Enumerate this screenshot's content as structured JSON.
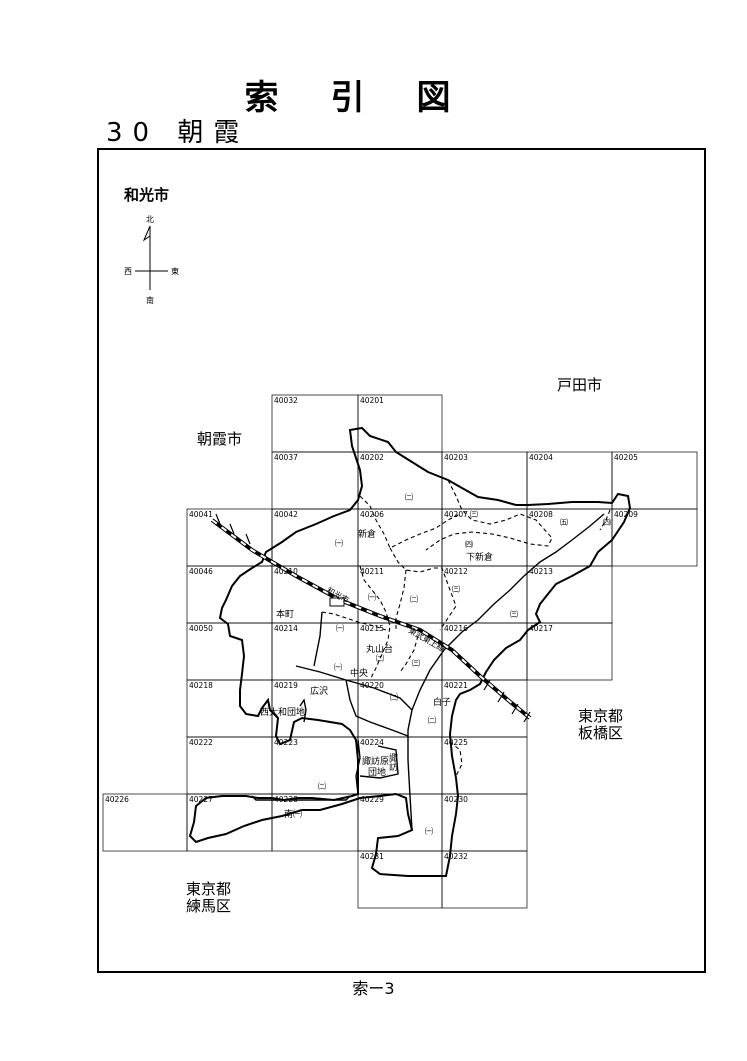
{
  "page": {
    "title": "索引図",
    "subtitle": "30 朝霞",
    "footer": "索ー3"
  },
  "compass": {
    "north": "北",
    "south": "南",
    "east": "東",
    "west": "西"
  },
  "places": {
    "wako": "和光市",
    "toda": "戸田市",
    "asaka": "朝霞市",
    "itabashi_1": "東京都",
    "itabashi_2": "板橋区",
    "nerima_1": "東京都",
    "nerima_2": "練馬区"
  },
  "grid_labels": [
    "40032",
    "40201",
    "40037",
    "40202",
    "40203",
    "40204",
    "40205",
    "40041",
    "40042",
    "40206",
    "40207",
    "40208",
    "40209",
    "40046",
    "40210",
    "40211",
    "40212",
    "40213",
    "40050",
    "40214",
    "40215",
    "40216",
    "40217",
    "40218",
    "40219",
    "40220",
    "40221",
    "40222",
    "40223",
    "40224",
    "40225",
    "40226",
    "40227",
    "40228",
    "40229",
    "40230",
    "40231",
    "40232"
  ],
  "areas": {
    "niikura": "新倉",
    "shimoniikura": "下新倉",
    "honcho": "本町",
    "maruyamadai": "丸山台",
    "chuo": "中央",
    "hirosawa": "広沢",
    "nishiyamato": "西大和団地",
    "shiroko": "白子",
    "suwa": "諏訪",
    "suwahara_1": "諏訪原",
    "suwahara_2": "団地",
    "minami": "南㈠",
    "wakoshi_station": "和光市",
    "line_name": "東武東上線"
  },
  "chome_marks": {
    "c1": "㈠",
    "c2": "㈡",
    "c3": "㈢",
    "c4": "㈣",
    "c5": "㈤"
  }
}
